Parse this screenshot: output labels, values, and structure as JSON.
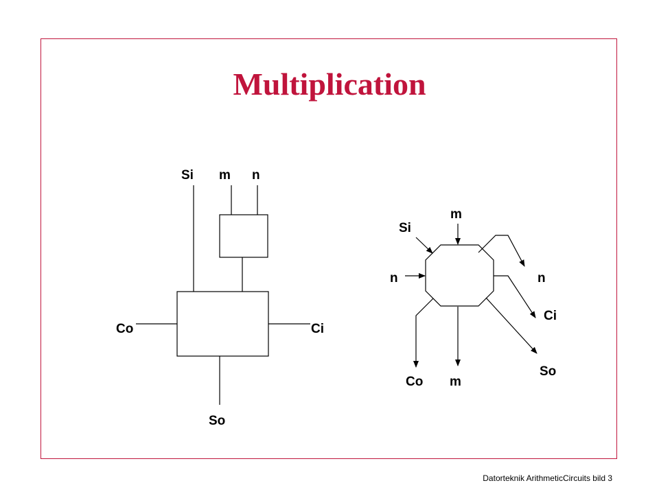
{
  "slide": {
    "title": "Multiplication",
    "footer": "Datorteknik ArithmeticCircuits bild 3"
  },
  "block_diagram": {
    "labels": {
      "si": "Si",
      "m": "m",
      "n": "n",
      "co": "Co",
      "ci": "Ci",
      "so": "So"
    }
  },
  "octagon_cell": {
    "labels": {
      "m_in": "m",
      "si_in": "Si",
      "n_in": "n",
      "n_out": "n",
      "ci_in": "Ci",
      "so_out": "So",
      "co_out": "Co",
      "m_out": "m"
    }
  }
}
